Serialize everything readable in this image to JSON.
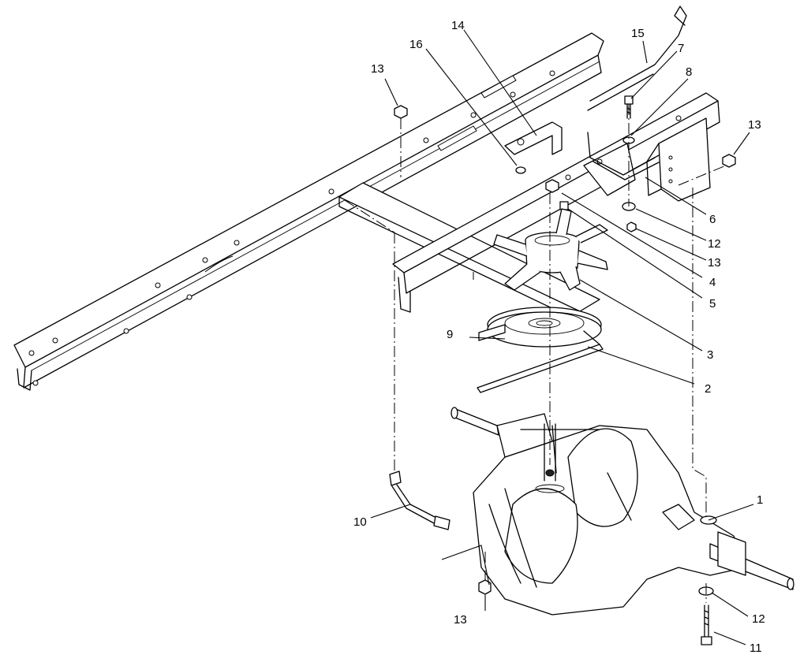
{
  "callouts": {
    "c1": "1",
    "c2": "2",
    "c3": "3",
    "c4": "4",
    "c5": "5",
    "c6": "6",
    "c7": "7",
    "c8": "8",
    "c9": "9",
    "c10": "10",
    "c11": "11",
    "c12a": "12",
    "c12b": "12",
    "c13a": "13",
    "c13b": "13",
    "c13c": "13",
    "c13d": "13",
    "c14": "14",
    "c15": "15",
    "c16": "16"
  }
}
